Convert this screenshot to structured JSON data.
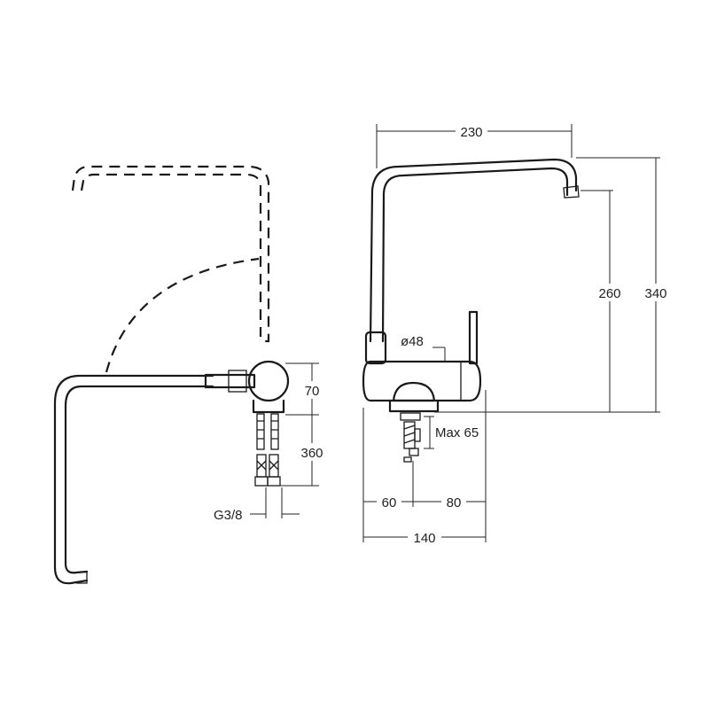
{
  "dimensions": {
    "top_width": "230",
    "spout_height": "260",
    "overall_height": "340",
    "body_diameter": "ø48",
    "max_thickness": "Max 65",
    "body_height": "70",
    "hose_length": "360",
    "connection": "G3/8",
    "offset_left": "60",
    "offset_right": "80",
    "base_width": "140"
  },
  "colors": {
    "line": "#1a1a1a",
    "background": "#ffffff"
  }
}
